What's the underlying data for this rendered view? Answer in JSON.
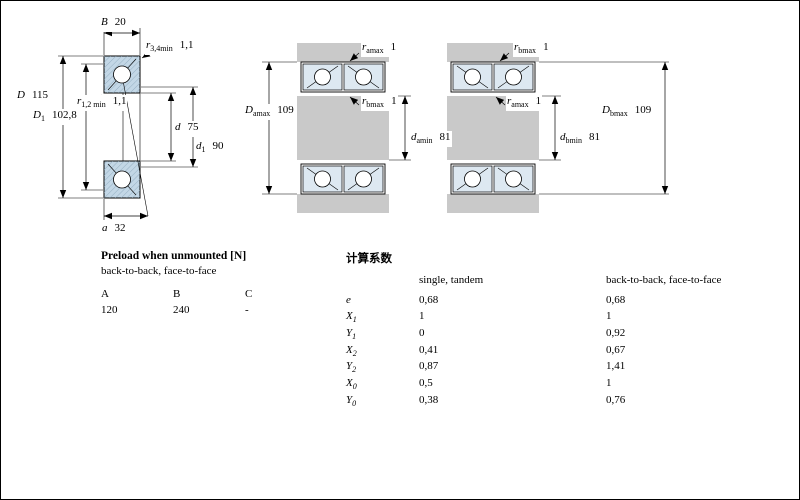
{
  "left_diagram": {
    "dims": [
      {
        "sym": "B",
        "sub": "",
        "value": "20"
      },
      {
        "sym": "r",
        "sub": "3,4min",
        "value": "1,1"
      },
      {
        "sym": "D",
        "sub": "",
        "value": "115"
      },
      {
        "sym": "D",
        "sub": "1",
        "value": "102,8"
      },
      {
        "sym": "r",
        "sub": "1,2 min",
        "value": "1,1"
      },
      {
        "sym": "d",
        "sub": "",
        "value": "75"
      },
      {
        "sym": "d",
        "sub": "1",
        "value": "90"
      },
      {
        "sym": "a",
        "sub": "",
        "value": "32"
      }
    ]
  },
  "middle_diagram": {
    "dims": [
      {
        "sym": "r",
        "sub": "amax",
        "value": "1"
      },
      {
        "sym": "D",
        "sub": "amax",
        "value": "109"
      },
      {
        "sym": "r",
        "sub": "bmax",
        "value": "1"
      },
      {
        "sym": "d",
        "sub": "amin",
        "value": "81"
      }
    ]
  },
  "right_diagram": {
    "dims": [
      {
        "sym": "r",
        "sub": "bmax",
        "value": "1"
      },
      {
        "sym": "r",
        "sub": "amax",
        "value": "1"
      },
      {
        "sym": "D",
        "sub": "bmax",
        "value": "109"
      },
      {
        "sym": "d",
        "sub": "bmin",
        "value": "81"
      }
    ]
  },
  "preload_table": {
    "title": "Preload when unmounted [N]",
    "subtitle": "back-to-back, face-to-face",
    "columns": [
      "A",
      "B",
      "C"
    ],
    "values": [
      "120",
      "240",
      "-"
    ]
  },
  "factors_table": {
    "title": "计算系数",
    "col1_header": "single, tandem",
    "col2_header": "back-to-back, face-to-face",
    "rows": [
      {
        "sym": "e",
        "sub": "",
        "v1": "0,68",
        "v2": "0,68"
      },
      {
        "sym": "X",
        "sub": "1",
        "v1": "1",
        "v2": "1"
      },
      {
        "sym": "Y",
        "sub": "1",
        "v1": "0",
        "v2": "0,92"
      },
      {
        "sym": "X",
        "sub": "2",
        "v1": "0,41",
        "v2": "0,67"
      },
      {
        "sym": "Y",
        "sub": "2",
        "v1": "0,87",
        "v2": "1,41"
      },
      {
        "sym": "X",
        "sub": "0",
        "v1": "0,5",
        "v2": "1"
      },
      {
        "sym": "Y",
        "sub": "0",
        "v1": "0,38",
        "v2": "0,76"
      }
    ]
  },
  "colors": {
    "bearing_blue": "#c3d7e6",
    "cell_blue": "#dde8f1",
    "housing_gray": "#c9c9c9",
    "line": "#000000",
    "background": "#ffffff"
  }
}
